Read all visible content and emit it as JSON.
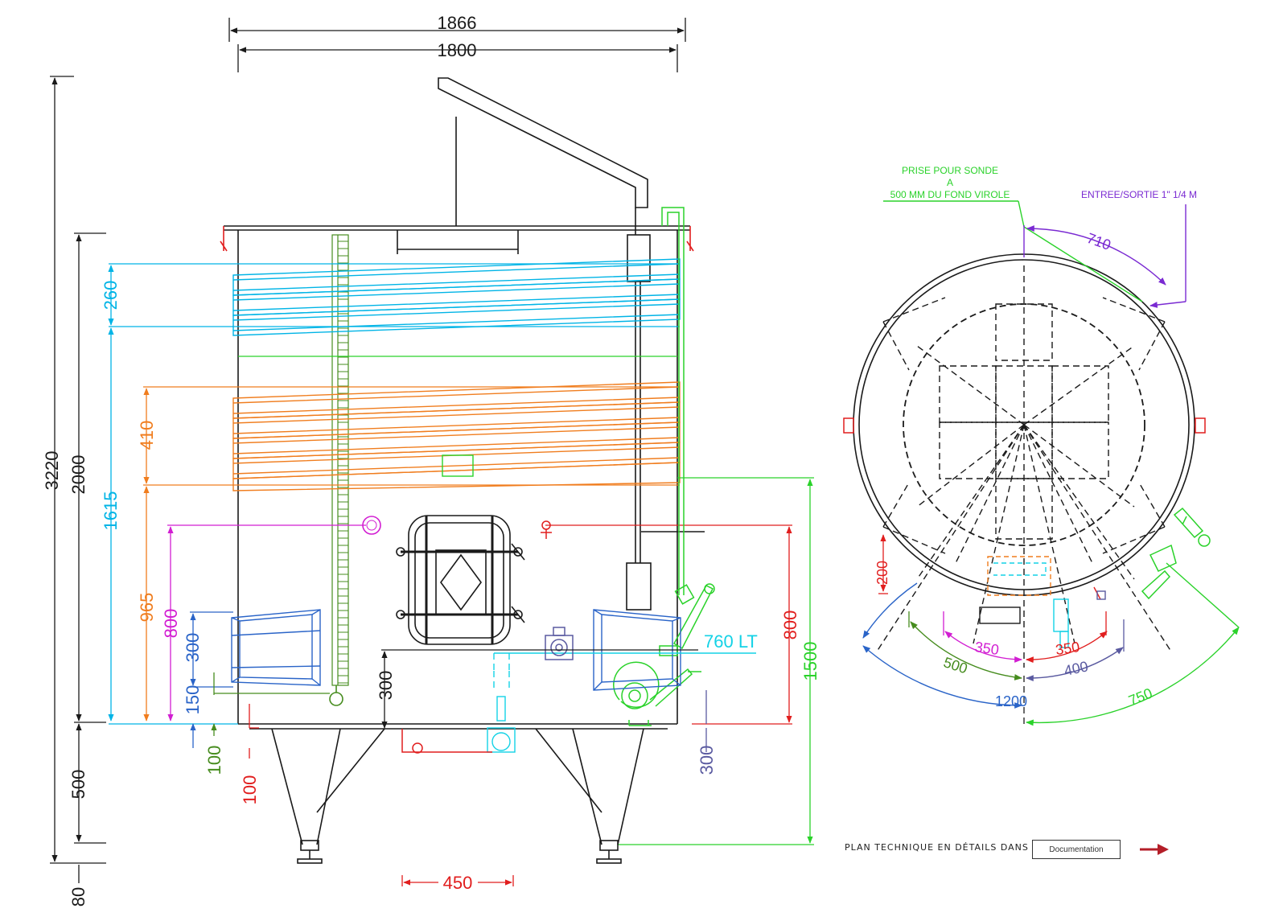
{
  "colors": {
    "black": "#1a1a1a",
    "cyan": "#00b4e6",
    "orange": "#f07d1e",
    "magenta": "#d21ed2",
    "blue": "#2a64c8",
    "green": "#2ad22a",
    "red": "#e11e1e",
    "purple": "#7a2ad2",
    "olive": "#468c1e",
    "lightcyan": "#14d2e6",
    "slate": "#5a5aa0",
    "darkred": "#b41e28"
  },
  "side_view": {
    "dims": {
      "width_overall": "1866",
      "width_shell": "1800",
      "height_total": "3220",
      "height_shell": "2000",
      "height_legs": "500",
      "foot": "80",
      "jacket_top": "260",
      "jacket_top_level": "1615",
      "jacket_bottom": "410",
      "jacket_bottom_level": "965",
      "magenta_level": "800",
      "manhole_height": "300",
      "bottom_outlet": "150",
      "green_small": "100",
      "red_small": "100",
      "door_bottom": "300",
      "right_red": "800",
      "right_green": "1500",
      "slate_bottom": "300",
      "leg_spacing": "450"
    },
    "volume_label": "760 LT"
  },
  "top_view": {
    "probe_label": [
      "PRISE POUR SONDE",
      "A",
      "500 MM DU FOND VIROLE"
    ],
    "inlet_label": "ENTREE/SORTIE 1\" 1/4 M",
    "dims": {
      "arc_710": "710",
      "d200": "200",
      "d350_left": "350",
      "d350_right": "350",
      "d500": "500",
      "d400": "400",
      "d1200": "1200",
      "d750": "750"
    }
  },
  "footer": {
    "text": "PLAN TECHNIQUE EN DÉTAILS DANS",
    "button_label": "Documentation",
    "arrow_icon": "arrow-right-icon"
  }
}
